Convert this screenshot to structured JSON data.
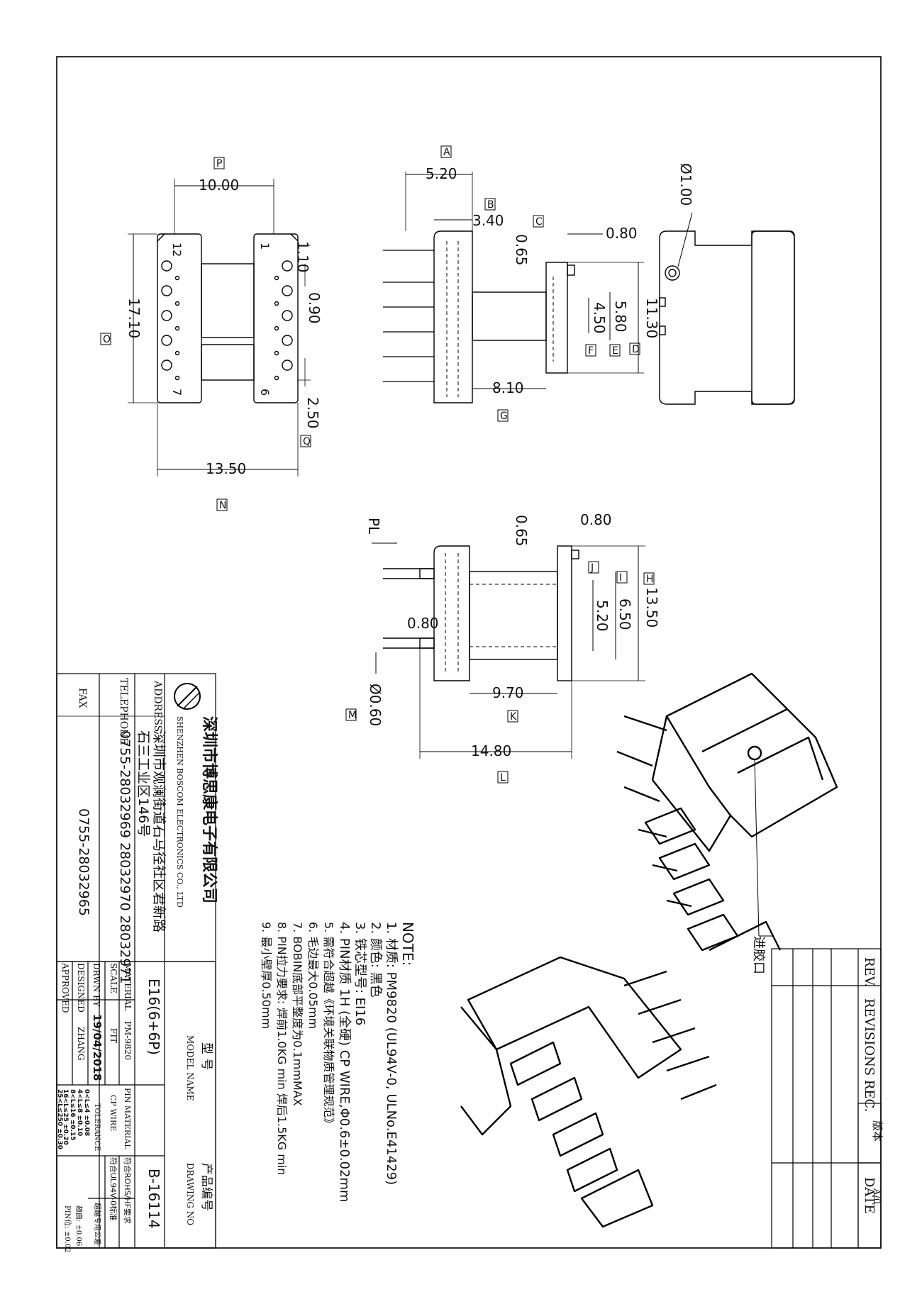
{
  "dimensions": {
    "top_view": [
      "10.00",
      "1.10",
      "0.90",
      "17.10",
      "2.50",
      "13.50"
    ],
    "top_view_labels": [
      "P",
      "Q",
      "O",
      "N"
    ],
    "pin_numbers": [
      "12",
      "1",
      "7",
      "6"
    ],
    "side_view": [
      "5.20",
      "3.40",
      "0.80",
      "0.65",
      "11.30",
      "5.80",
      "4.50",
      "8.10"
    ],
    "side_view_labels": [
      "A",
      "B",
      "C",
      "D",
      "E",
      "F",
      "G"
    ],
    "front_view": [
      "Ø1.00"
    ],
    "lower_view": [
      "PL",
      "0.65",
      "0.80",
      "13.50",
      "6.50",
      "5.20",
      "0.80",
      "9.70",
      "14.80",
      "Ø0.60"
    ],
    "lower_view_labels": [
      "H",
      "I",
      "J",
      "K",
      "L",
      "M"
    ]
  },
  "gate_label": "进胶口",
  "notes": {
    "title": "NOTE:",
    "items": [
      "1. 材质: PM9820 (UL94V-0, ULNo.E41429)",
      "2. 颜色: 黑色",
      "3. 铁芯型号: EI16",
      "4. PIN材质 1H (全硬) CP WIRE,Φ0.6±0.02mm",
      "5. 需符合超越《环境关联物质管理规范》",
      "6. 毛边最大0.05mm",
      "7. BOBIN底部平整度为0.1mmMAX",
      "8. PIN拉力要求: 焊前1.0KG min  焊后1.5KG min",
      "9. 最小壁厚0.50mm"
    ]
  },
  "company": {
    "name_cn": "深圳市博思康电子有限公司",
    "name_en": "SHENZHEN BOSCOM ELECTRONICS CO., LTD",
    "address_label": "ADDRESS",
    "address_line1": "深圳市观澜街道石马径社区君新路",
    "address_line2": "石三工业区146号",
    "telephone_label": "TELEPHONE",
    "telephone": "0755-28032969 28032970 28032971",
    "fax_label": "FAX",
    "fax": "0755-28032965"
  },
  "title_block": {
    "model_label_cn": "型    号",
    "model_label_en": "MODEL NAME",
    "model_value": "E16(6+6P)",
    "drawing_label_cn": "产品编号",
    "drawing_label_en": "DRAWING NO",
    "drawing_value": "B-16114",
    "material_label": "MATERIAL",
    "material_value": "PM-9820",
    "scale_label": "SCALE",
    "scale_value": "FIT",
    "drawn_label": "DRWN BY",
    "drawn_value": "19/04/2018",
    "designed_label": "DESIGNED",
    "designed_value": "ZHANG",
    "approved_label": "APPROVED",
    "pin_material_label": "PIN MATERIAL",
    "pin_material_value": "符合ROHS/HF要求",
    "cp_wire_label": "CP WIRE",
    "cp_wire_value": "符合UL94V-0标准",
    "tolerance_label": "TOLERANCE",
    "tolerance_rows": [
      "0<L≤4    ±0.08",
      "4<L≤8    ±0.10",
      "8<L≤16   ±0.15",
      "16<L≤25  ±0.20",
      "25<L≤250 ±0.30"
    ],
    "special_label": "超越专用公差",
    "warpage": "翘曲:  ±0.06",
    "pin_pos": "PIN位: ±0.02"
  },
  "revision": {
    "rev_label": "REV.",
    "revisions_label": "REVISIONS REC.",
    "date_label": "DATE",
    "version_label": "版本",
    "version_value": "A/0"
  }
}
